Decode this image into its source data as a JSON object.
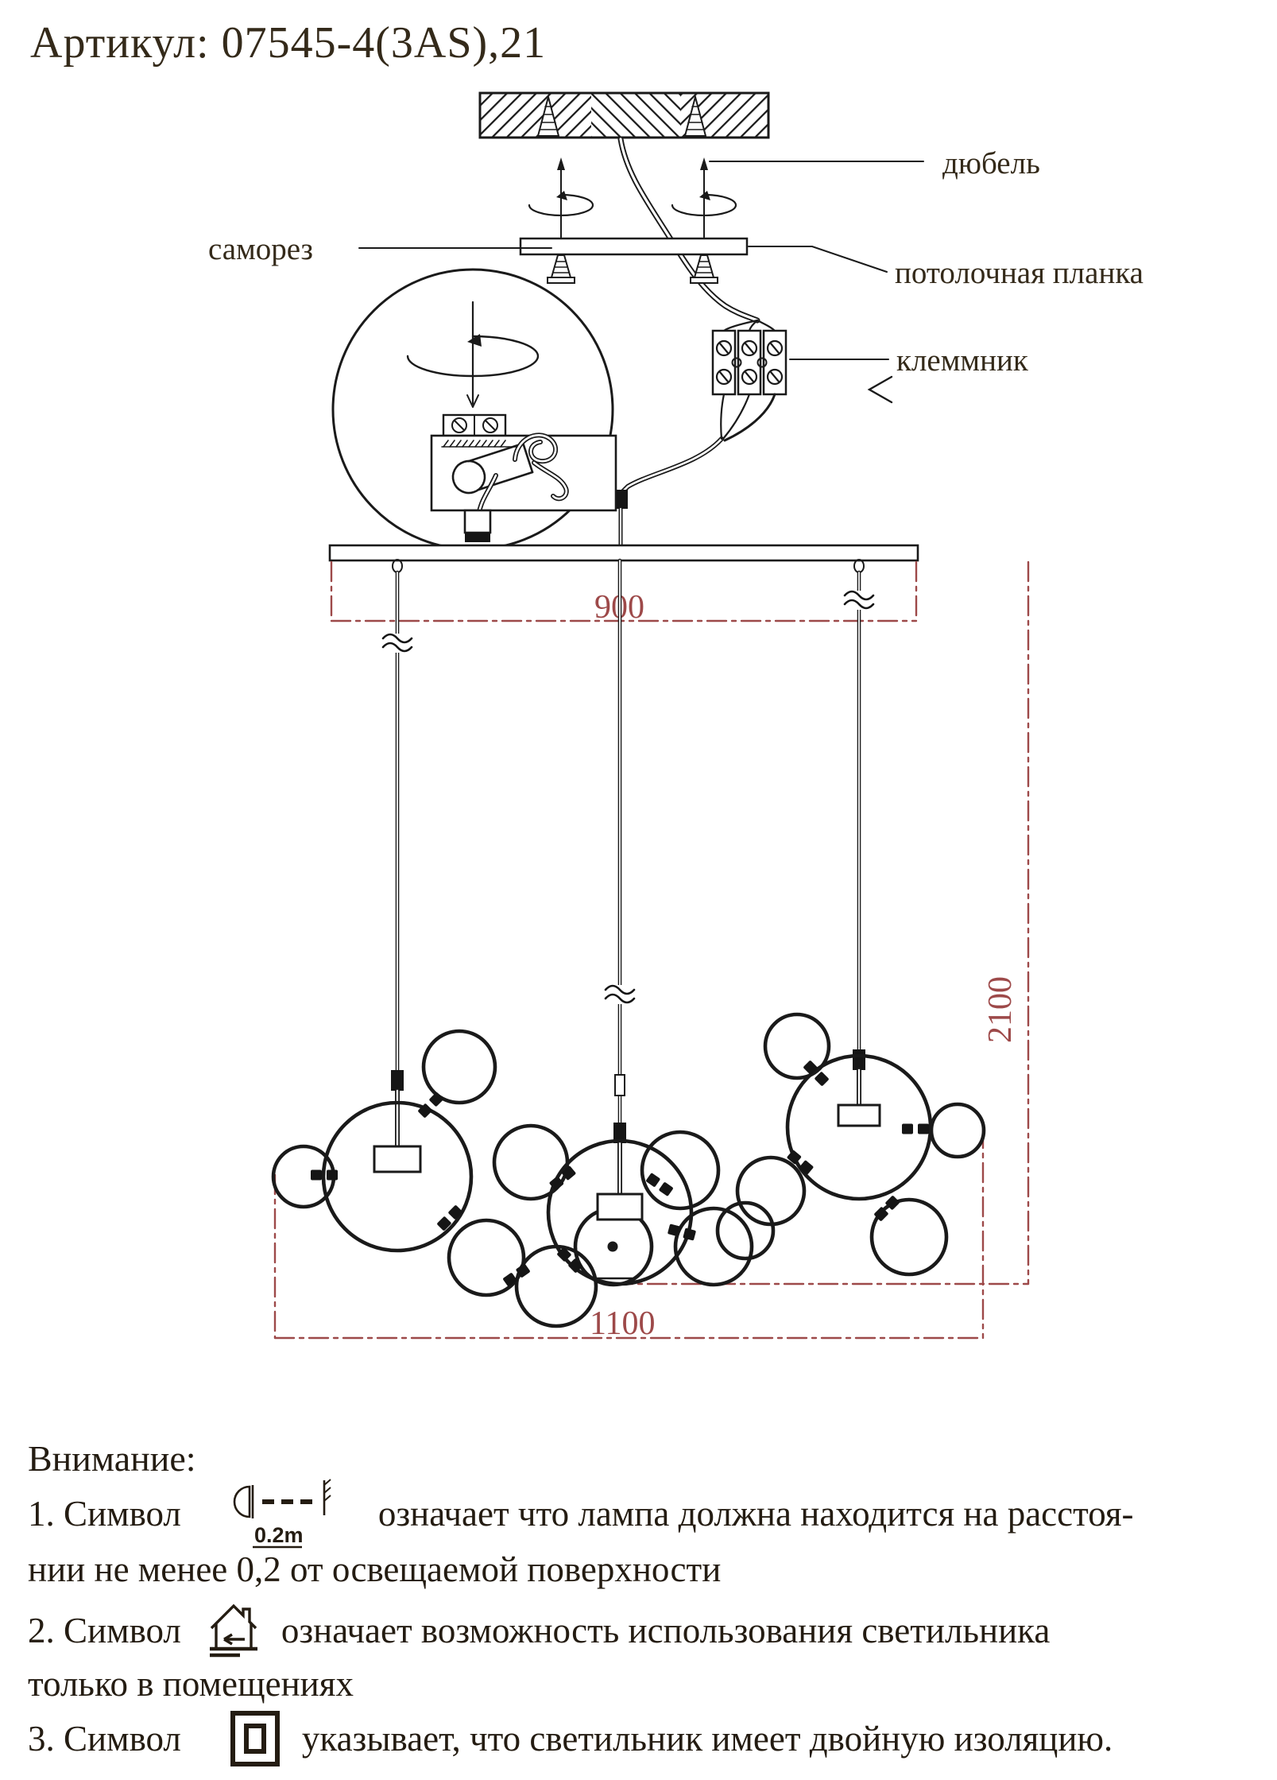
{
  "title": "Артикул: 07545-4(3AS),21",
  "diagram": {
    "labels": {
      "dowel": "дюбель",
      "ceiling_plate": "потолочная планка",
      "screw": "саморез",
      "terminal": "клеммник"
    },
    "dimensions": {
      "canopy_width": "900",
      "drop_height": "2100",
      "fixture_width": "1100"
    },
    "colors": {
      "dimension_red": "#9d4949",
      "line_black": "#1a1a1a"
    }
  },
  "notes": {
    "heading": "Внимание:",
    "item1_prefix": "1. Символ",
    "item1_suffix": "означает что лампа должна находится на расстоя-",
    "item1_line2": "нии не менее 0,2 от освещаемой поверхности",
    "item1_symbol_caption": "0.2m",
    "item2_prefix": "2. Символ",
    "item2_suffix": "означает возможность использования светильника",
    "item2_line2": "только в помещениях",
    "item3_prefix": "3. Символ",
    "item3_suffix": "указывает, что светильник имеет двойную изоляцию."
  }
}
